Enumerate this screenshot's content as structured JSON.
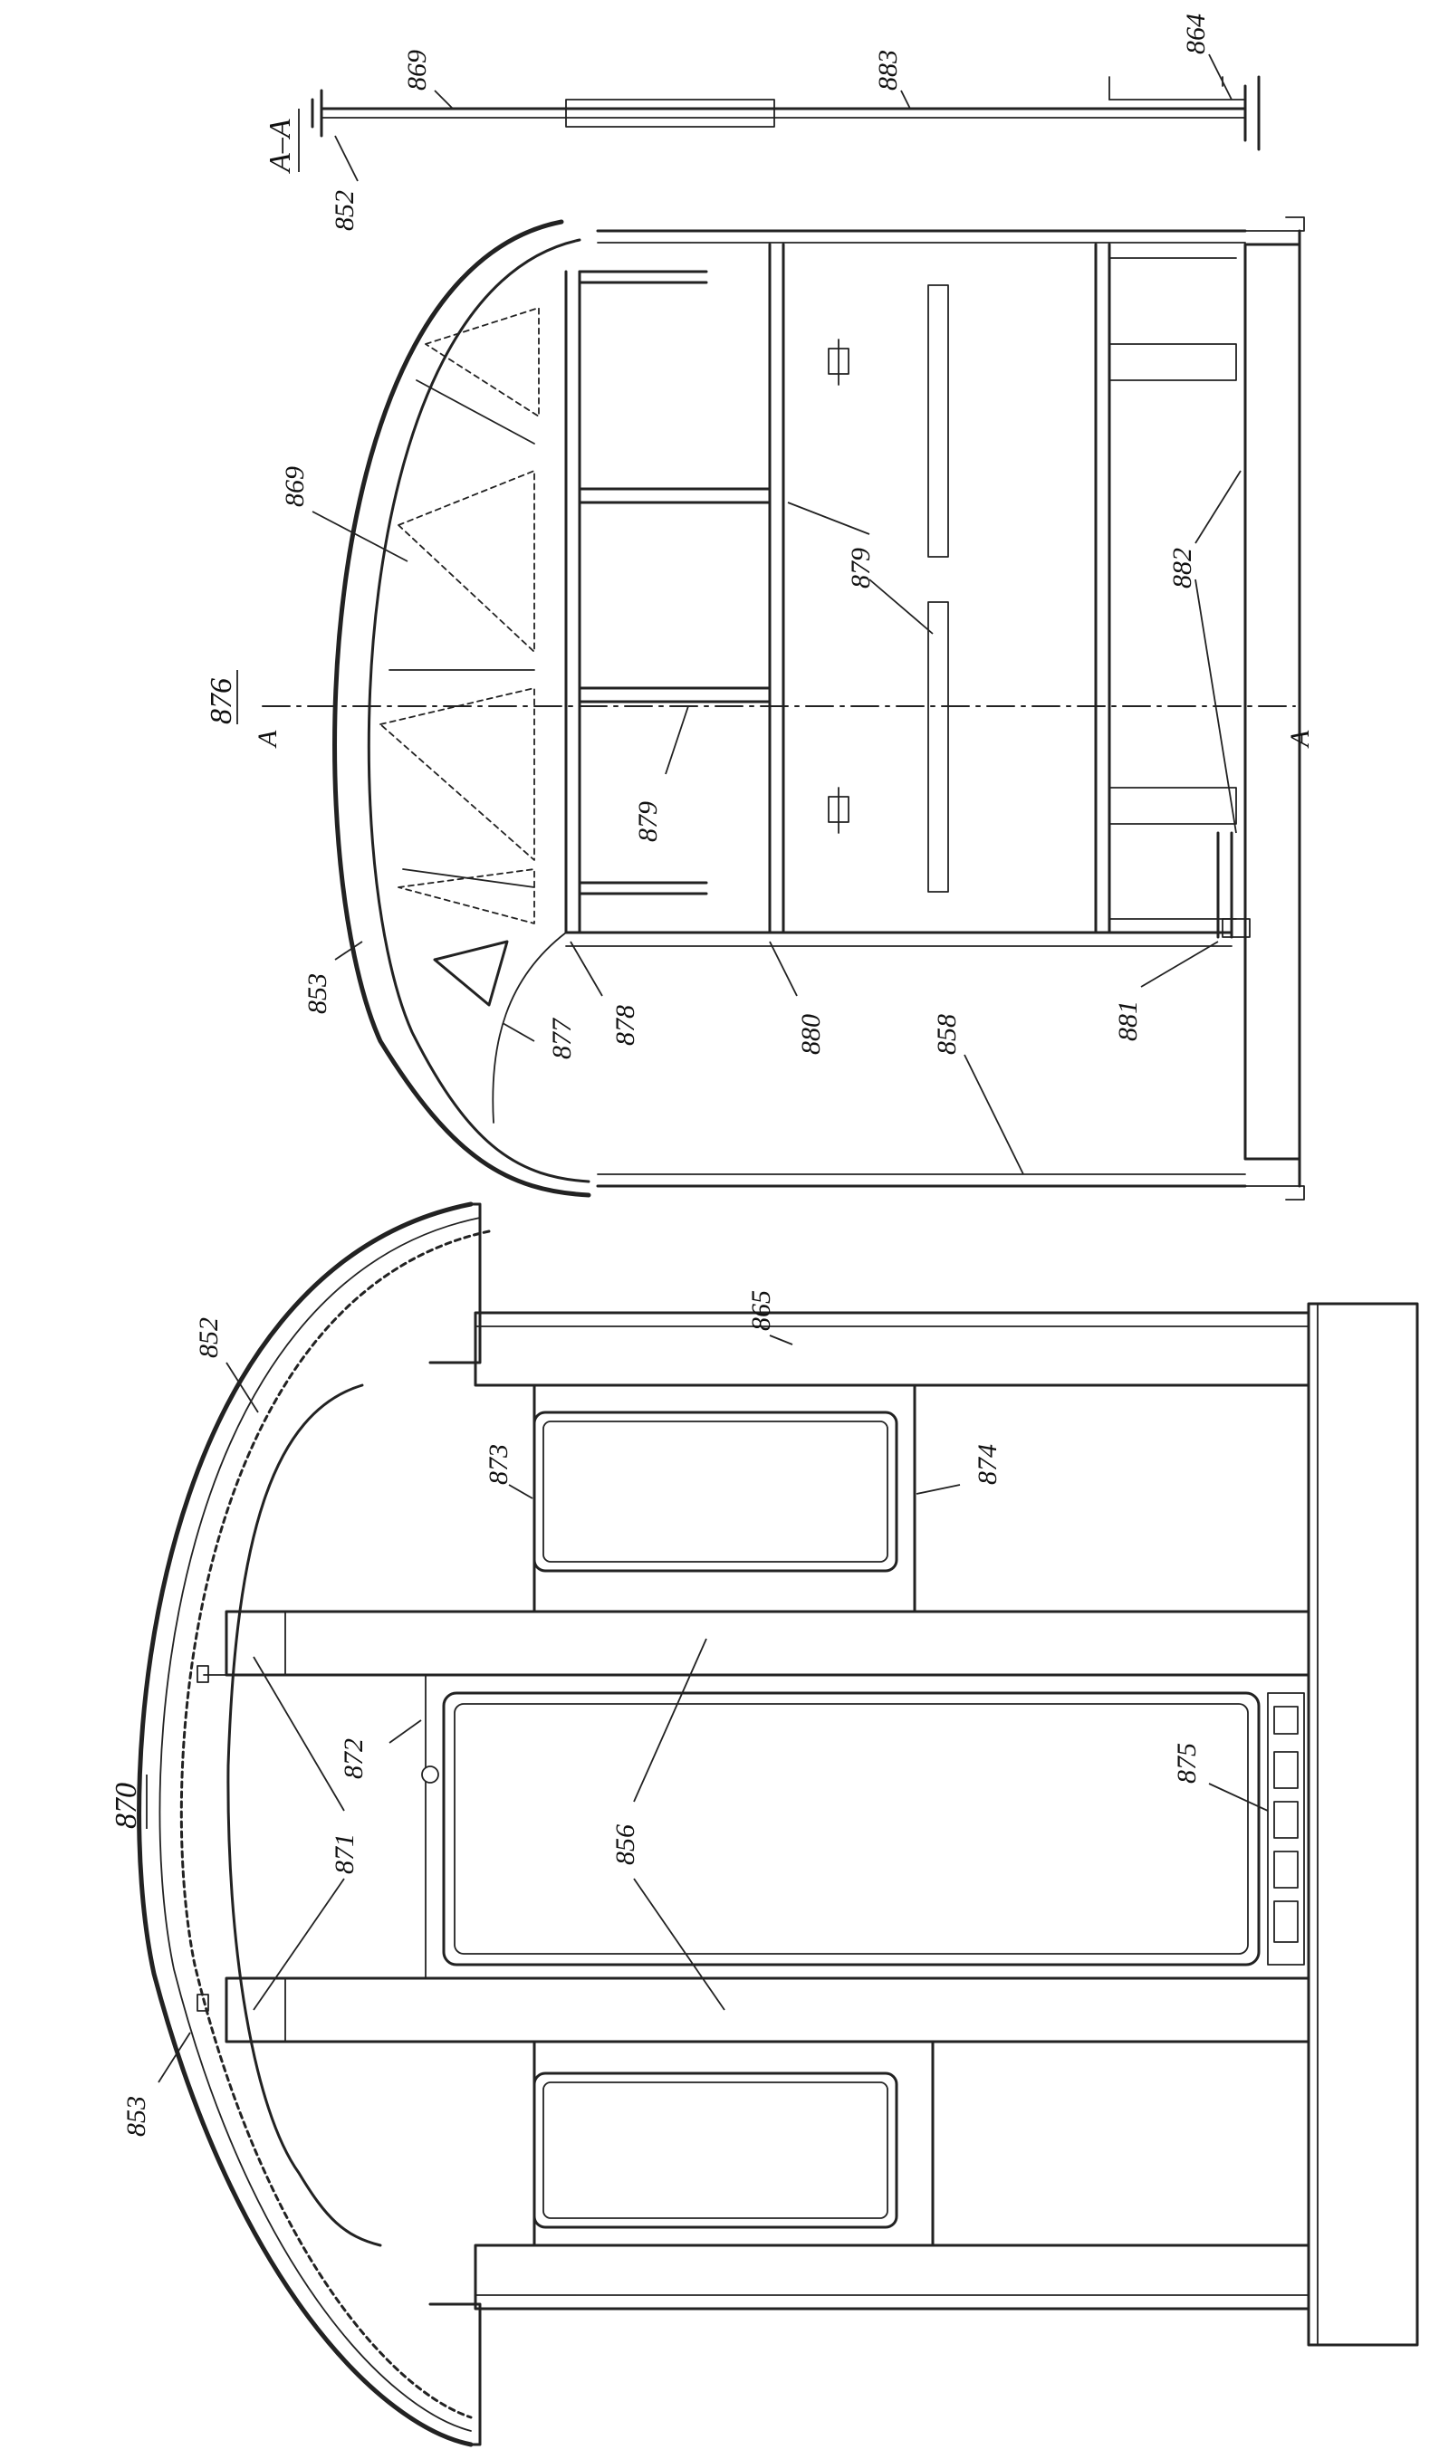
{
  "top_view": {
    "title": "870",
    "labels": {
      "l852": "852",
      "l853": "853",
      "l856": "856",
      "l865": "865",
      "l871": "871",
      "l872": "872",
      "l873": "873",
      "l874": "874",
      "l875": "875"
    }
  },
  "bottom_view": {
    "title": "876",
    "labels": {
      "l853": "853",
      "l858": "858",
      "l869": "869",
      "l877": "877",
      "l878": "878",
      "l879a": "879",
      "l879b": "879",
      "l880": "880",
      "l881": "881",
      "l882": "882",
      "section_a1": "A",
      "section_a2": "A"
    }
  },
  "section_view": {
    "title": "A–A",
    "labels": {
      "l852": "852",
      "l864": "864",
      "l869": "869",
      "l883": "883"
    }
  }
}
